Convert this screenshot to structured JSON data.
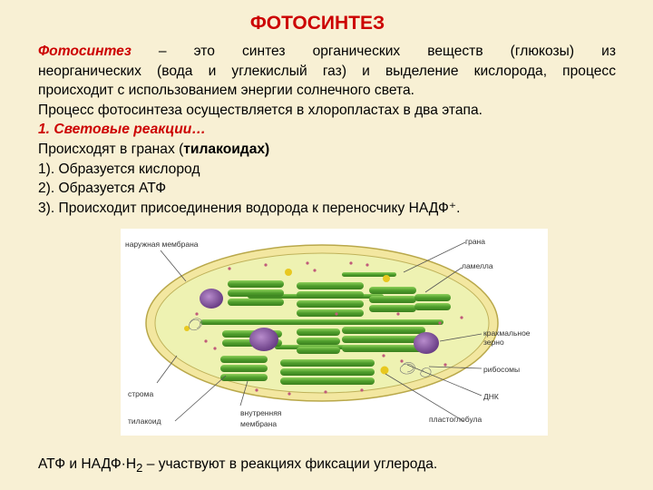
{
  "title": "ФОТОСИНТЕЗ",
  "definition": {
    "term": "Фотосинтез",
    "line1": " – это синтез органических веществ (глюкозы) из",
    "line2": "неорганических (вода и углекислый газ) и выделение кислорода, процесс",
    "line3": "происходит с использованием энергии солнечного света."
  },
  "process_location": "Процесс фотосинтеза осуществляется в хлоропластах в два этапа.",
  "stage_heading": "1. Световые реакции…",
  "grana": {
    "prefix": "Происходят в гранах (",
    "bold": "тилакоидах)"
  },
  "steps": [
    "1). Образуется кислород",
    "2). Образуется АТФ",
    "3). Происходит присоединения водорода к переносчику НАДФ⁺."
  ],
  "diagram_labels": {
    "outer_membrane": "наружная мембрана",
    "grana": "грана",
    "lamella": "ламелла",
    "starch_1": "крахмальное",
    "starch_2": "зерно",
    "ribosomes": "рибосомы",
    "dna": "ДНК",
    "plastoglobule": "пластоглобула",
    "stroma": "строма",
    "thylakoid": "тилакоид",
    "inner_membrane_1": "внутренняя",
    "inner_membrane_2": "мембрана"
  },
  "footer": {
    "pre": "АТФ и НАДФ·Н",
    "sub": "2",
    "post": " – участвуют в реакциях фиксации углерода."
  },
  "colors": {
    "title": "#cc0000",
    "background": "#f8f0d4",
    "stroma": "#eef2b2",
    "grana": "#5aa832",
    "starch": "#8a55a0",
    "plastoglobule": "#e8c820"
  }
}
